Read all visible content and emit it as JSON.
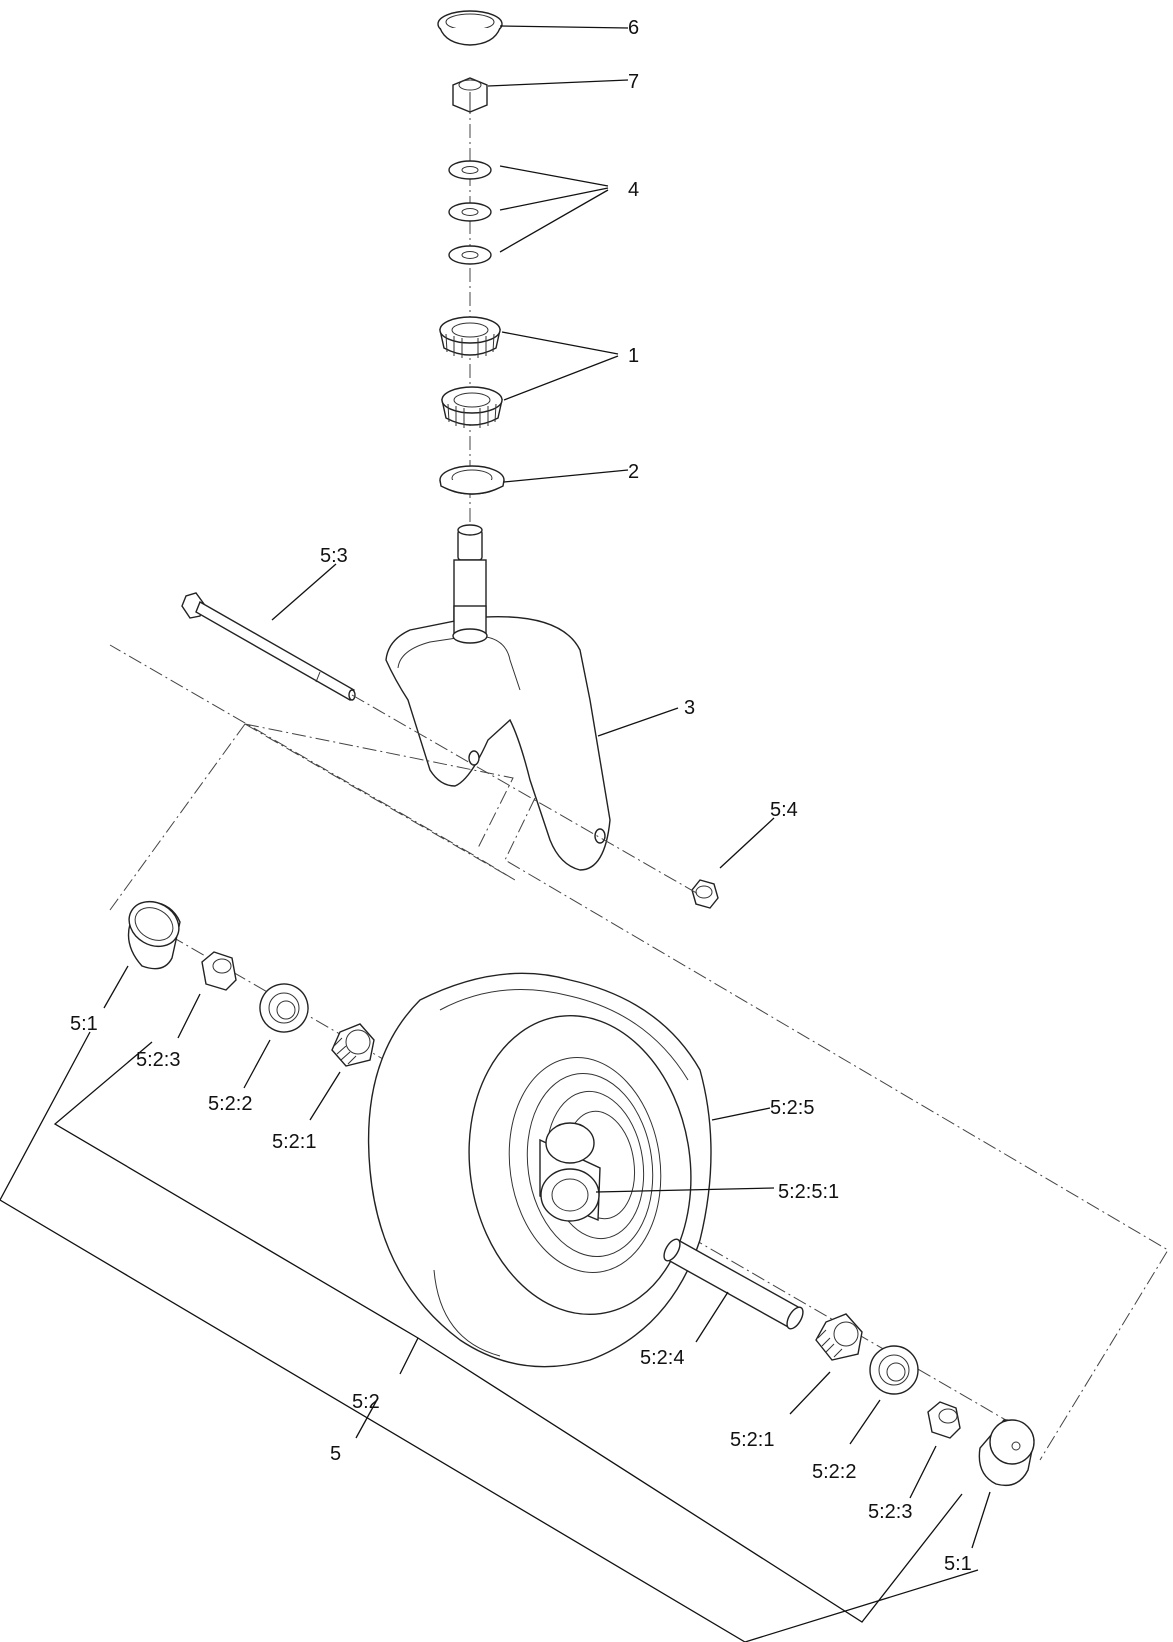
{
  "labels": {
    "l6": "6",
    "l7": "7",
    "l4": "4",
    "l1": "1",
    "l2": "2",
    "l53": "5:3",
    "l3": "3",
    "l54": "5:4",
    "l51a": "5:1",
    "l523a": "5:2:3",
    "l522a": "5:2:2",
    "l521a": "5:2:1",
    "l525": "5:2:5",
    "l5251": "5:2:5:1",
    "l524": "5:2:4",
    "l52": "5:2",
    "l521b": "5:2:1",
    "l522b": "5:2:2",
    "l523b": "5:2:3",
    "l5": "5",
    "l51b": "5:1"
  }
}
